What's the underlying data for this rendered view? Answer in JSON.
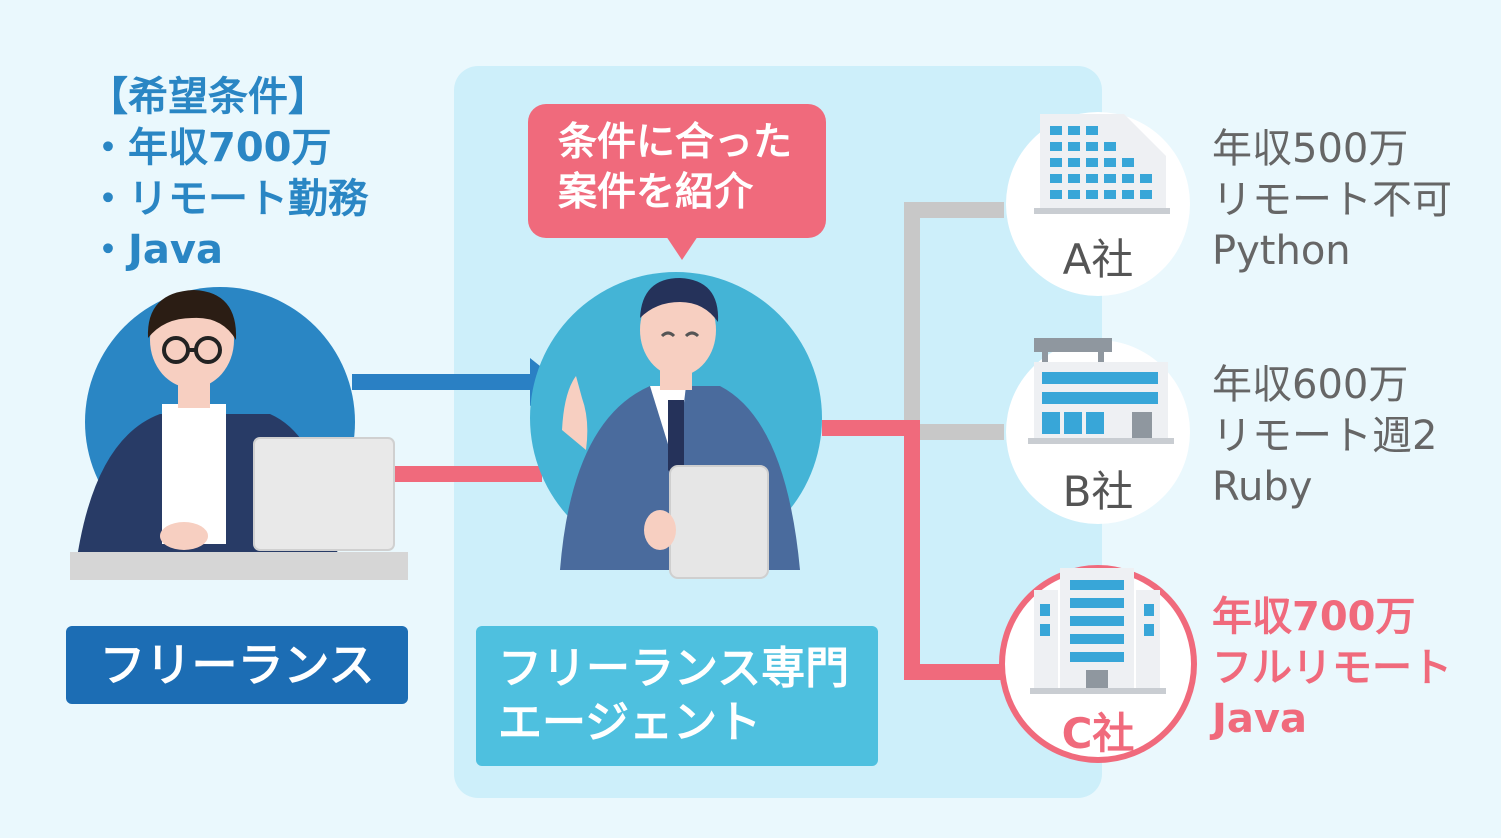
{
  "requirements": {
    "heading": "【希望条件】",
    "items": [
      "・年収700万",
      "・リモート勤務",
      "・Java"
    ]
  },
  "speech_bubble": [
    "条件に合った",
    "案件を紹介"
  ],
  "freelancer_label": "フリーランス",
  "agent_label": [
    "フリーランス専門",
    "エージェント"
  ],
  "companies": [
    {
      "name": "A社",
      "details": [
        "年収500万",
        "リモート不可",
        "Python"
      ],
      "highlighted": false
    },
    {
      "name": "B社",
      "details": [
        "年収600万",
        "リモート週2",
        "Ruby"
      ],
      "highlighted": false
    },
    {
      "name": "C社",
      "details": [
        "年収700万",
        "フルリモート",
        "Java"
      ],
      "highlighted": true
    }
  ],
  "colors": {
    "background": "#eaf8fd",
    "agent_panel": "#cdeffa",
    "accent_pink": "#f06a7c",
    "freelancer_blue": "#1c6db4",
    "agent_blue": "#4ec0df",
    "connector_gray": "#c8c8c8"
  }
}
